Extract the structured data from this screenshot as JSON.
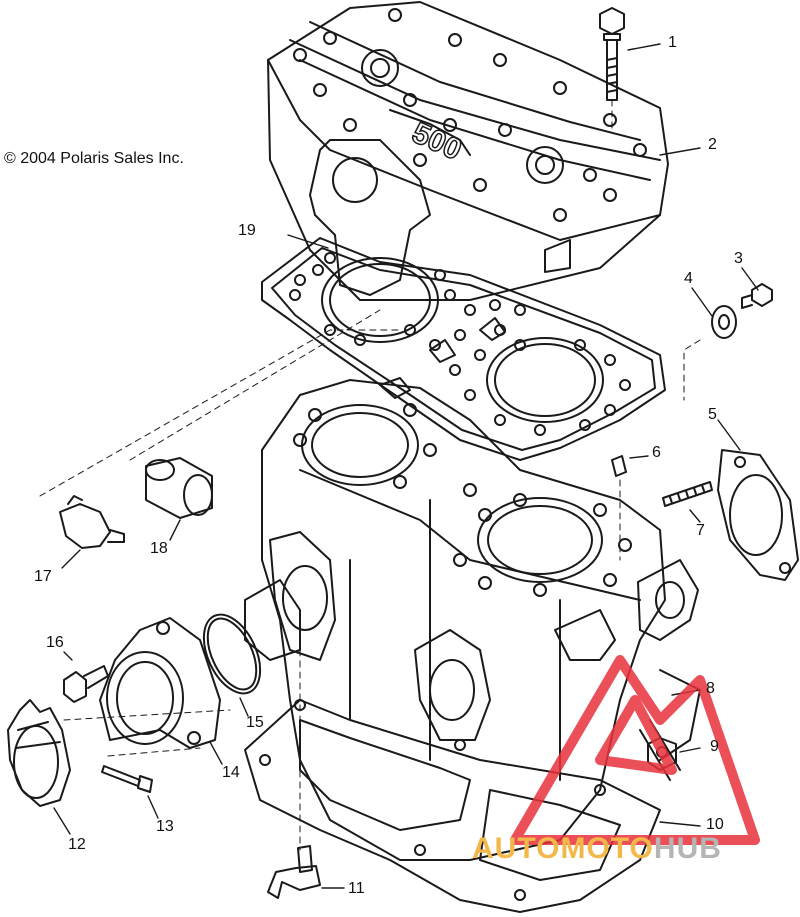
{
  "copyright": "© 2004 Polaris Sales Inc.",
  "engraving": "500",
  "callouts": [
    {
      "id": "1",
      "label": "1"
    },
    {
      "id": "2",
      "label": "2"
    },
    {
      "id": "3",
      "label": "3"
    },
    {
      "id": "4",
      "label": "4"
    },
    {
      "id": "5",
      "label": "5"
    },
    {
      "id": "6",
      "label": "6"
    },
    {
      "id": "7",
      "label": "7"
    },
    {
      "id": "8",
      "label": "8"
    },
    {
      "id": "9",
      "label": "9"
    },
    {
      "id": "10",
      "label": "10"
    },
    {
      "id": "11",
      "label": "11"
    },
    {
      "id": "12",
      "label": "12"
    },
    {
      "id": "13",
      "label": "13"
    },
    {
      "id": "14",
      "label": "14"
    },
    {
      "id": "15",
      "label": "15"
    },
    {
      "id": "16",
      "label": "16"
    },
    {
      "id": "17",
      "label": "17"
    },
    {
      "id": "18",
      "label": "18"
    },
    {
      "id": "19",
      "label": "19"
    }
  ],
  "watermark": {
    "part1": "AUTOMOTO",
    "part2": "HUB",
    "colors": {
      "triangle": "#e8323c",
      "part1": "#f2b84a",
      "part2": "#b5b5b5"
    }
  }
}
